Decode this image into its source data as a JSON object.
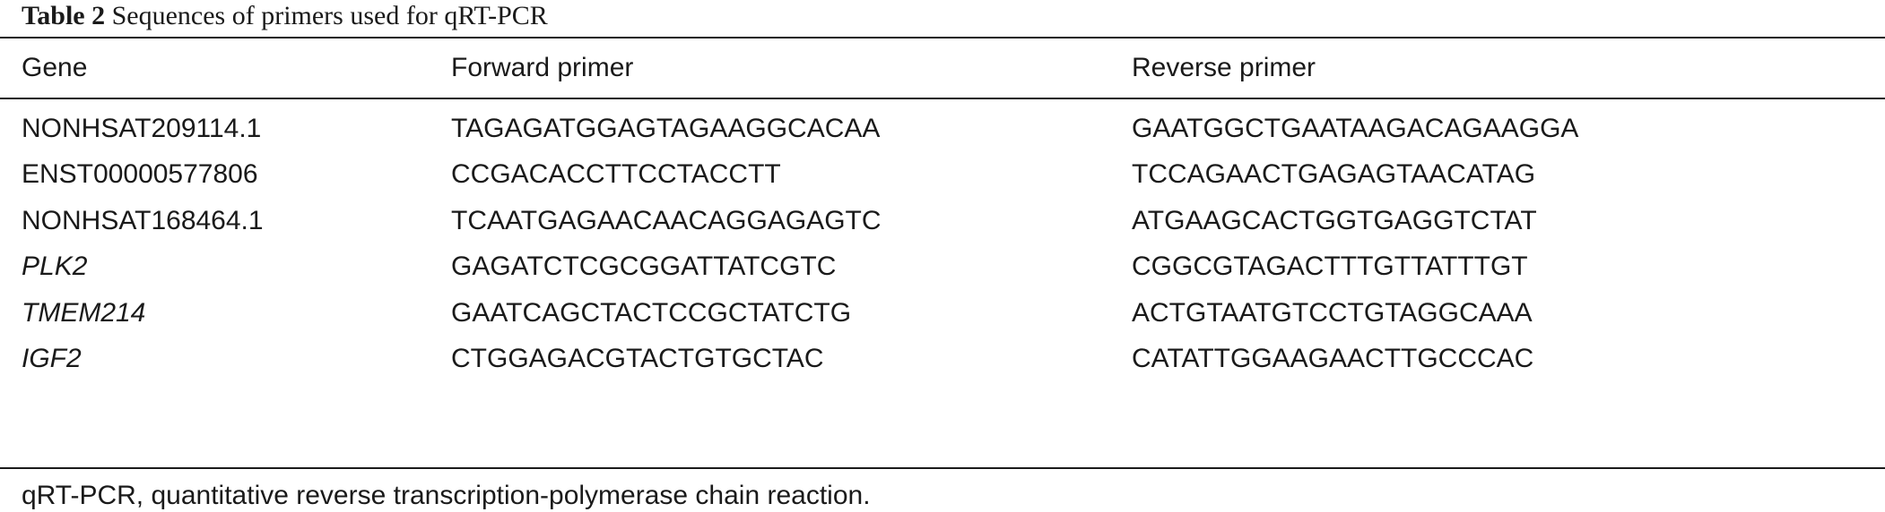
{
  "caption": {
    "label": "Table 2",
    "text": "Sequences of primers used for qRT-PCR"
  },
  "table": {
    "headers": {
      "gene": "Gene",
      "forward": "Forward primer",
      "reverse": "Reverse primer"
    },
    "rows": [
      {
        "gene": "NONHSAT209114.1",
        "forward": "TAGAGATGGAGTAGAAGGCACAA",
        "reverse": "GAATGGCTGAATAAGACAGAAGGA",
        "italic": false
      },
      {
        "gene": "ENST00000577806",
        "forward": "CCGACACCTTCCTACCTT",
        "reverse": "TCCAGAACTGAGAGTAACATAG",
        "italic": false
      },
      {
        "gene": "NONHSAT168464.1",
        "forward": "TCAATGAGAACAACAGGAGAGTC",
        "reverse": "ATGAAGCACTGGTGAGGTCTAT",
        "italic": false
      },
      {
        "gene": "PLK2",
        "forward": "GAGATCTCGCGGATTATCGTC",
        "reverse": "CGGCGTAGACTTTGTTATTTGT",
        "italic": true
      },
      {
        "gene": "TMEM214",
        "forward": "GAATCAGCTACTCCGCTATCTG",
        "reverse": "ACTGTAATGTCCTGTAGGCAAA",
        "italic": true
      },
      {
        "gene": "IGF2",
        "forward": "CTGGAGACGTACTGTGCTAC",
        "reverse": "CATATTGGAAGAACTTGCCCAC",
        "italic": true
      }
    ]
  },
  "footnote": "qRT-PCR, quantitative reverse transcription-polymerase chain reaction."
}
